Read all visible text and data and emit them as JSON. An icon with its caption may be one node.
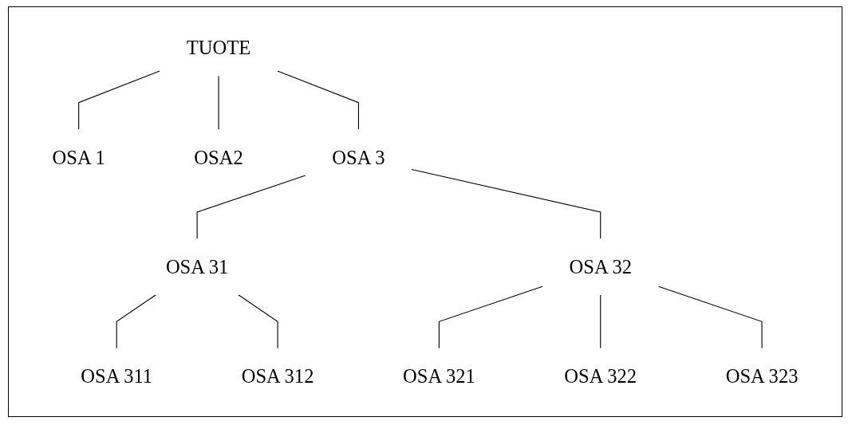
{
  "diagram": {
    "nodes": [
      {
        "text": [
          "TUOTE"
        ]
      },
      {
        "text": [
          "OSA 1"
        ]
      },
      {
        "text": [
          "OSA2"
        ]
      },
      {
        "text": [
          "OSA 3"
        ]
      },
      {
        "text": [
          "OSA 31"
        ]
      },
      {
        "text": [
          "OSA 32"
        ]
      },
      {
        "text": [
          "OSA 311"
        ]
      },
      {
        "text": [
          "OSA 312"
        ]
      },
      {
        "text": [
          "OSA 321"
        ]
      },
      {
        "text": [
          "OSA 322"
        ]
      },
      {
        "text": [
          "OSA 323"
        ]
      }
    ],
    "edges": [
      {
        "from": 0,
        "to": 1,
        "arrow": "none"
      },
      {
        "from": 0,
        "to": 2,
        "arrow": "none"
      },
      {
        "from": 0,
        "to": 3,
        "arrow": "none"
      },
      {
        "from": 3,
        "to": 4,
        "arrow": "none"
      },
      {
        "from": 3,
        "to": 5,
        "arrow": "none"
      },
      {
        "from": 4,
        "to": 6,
        "arrow": "none"
      },
      {
        "from": 4,
        "to": 7,
        "arrow": "none"
      },
      {
        "from": 5,
        "to": 8,
        "arrow": "none"
      },
      {
        "from": 5,
        "to": 9,
        "arrow": "none"
      },
      {
        "from": 5,
        "to": 10,
        "arrow": "none"
      }
    ]
  }
}
